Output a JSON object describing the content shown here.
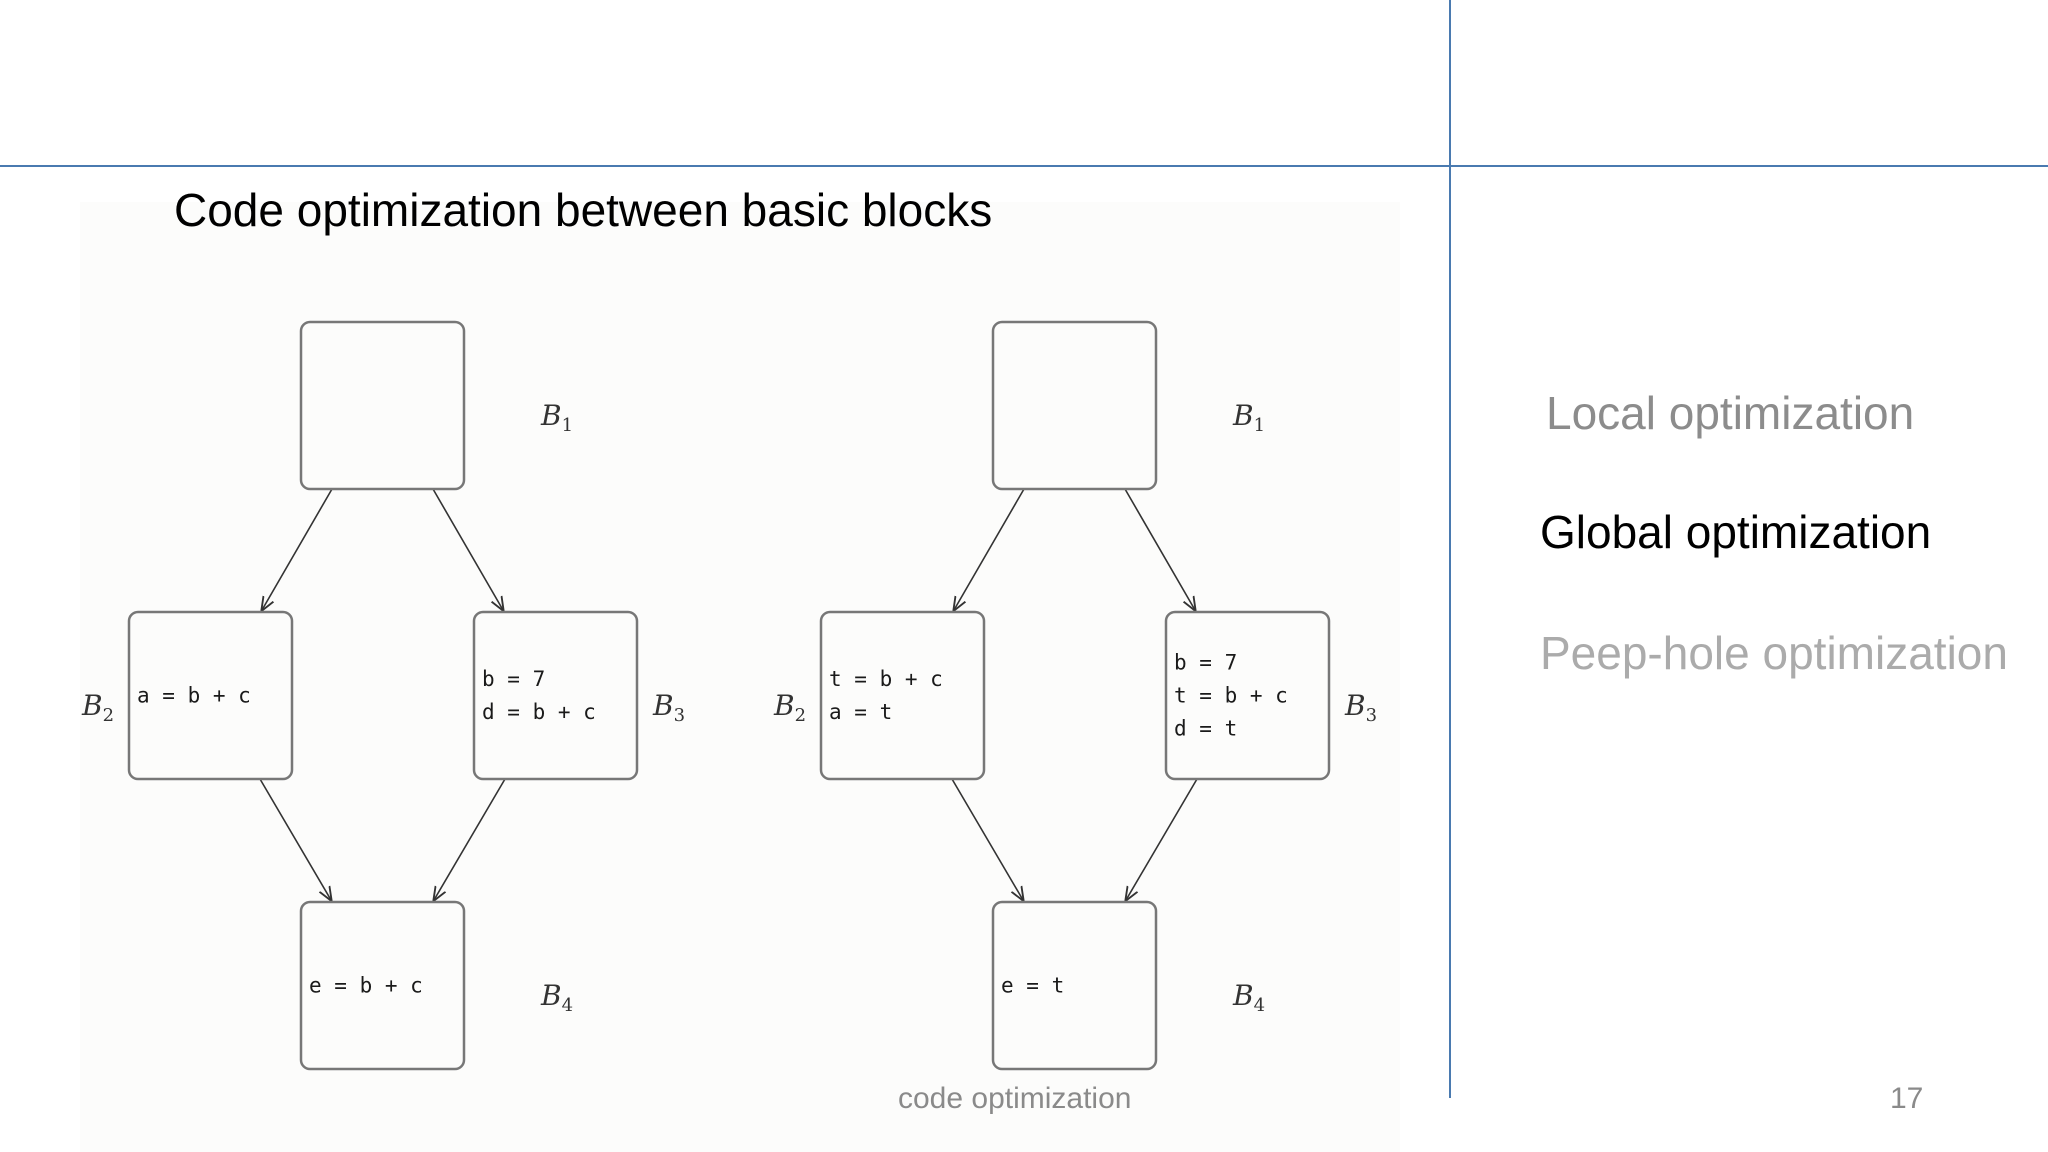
{
  "slide": {
    "title": "Code optimization between basic blocks",
    "footer": "code optimization",
    "page_number": "17"
  },
  "sidebar": {
    "items": [
      {
        "label": "Local optimization",
        "state": "inactive",
        "color": "#8c8c8c"
      },
      {
        "label": "Global optimization",
        "state": "active",
        "color": "#000000"
      },
      {
        "label": "Peep-hole optimization",
        "state": "inactive",
        "color": "#ababab"
      }
    ]
  },
  "diagrams": [
    {
      "blocks": [
        {
          "id": "B1",
          "label": "B",
          "sub": "1",
          "lines": []
        },
        {
          "id": "B2",
          "label": "B",
          "sub": "2",
          "lines": [
            "a = b + c"
          ]
        },
        {
          "id": "B3",
          "label": "B",
          "sub": "3",
          "lines": [
            "b = 7",
            "d = b + c"
          ]
        },
        {
          "id": "B4",
          "label": "B",
          "sub": "4",
          "lines": [
            "e = b + c"
          ]
        }
      ]
    },
    {
      "blocks": [
        {
          "id": "B1",
          "label": "B",
          "sub": "1",
          "lines": []
        },
        {
          "id": "B2",
          "label": "B",
          "sub": "2",
          "lines": [
            "t = b + c",
            "a = t"
          ]
        },
        {
          "id": "B3",
          "label": "B",
          "sub": "3",
          "lines": [
            "b = 7",
            "t = b + c",
            "d = t"
          ]
        },
        {
          "id": "B4",
          "label": "B",
          "sub": "4",
          "lines": [
            "e = t"
          ]
        }
      ]
    }
  ]
}
